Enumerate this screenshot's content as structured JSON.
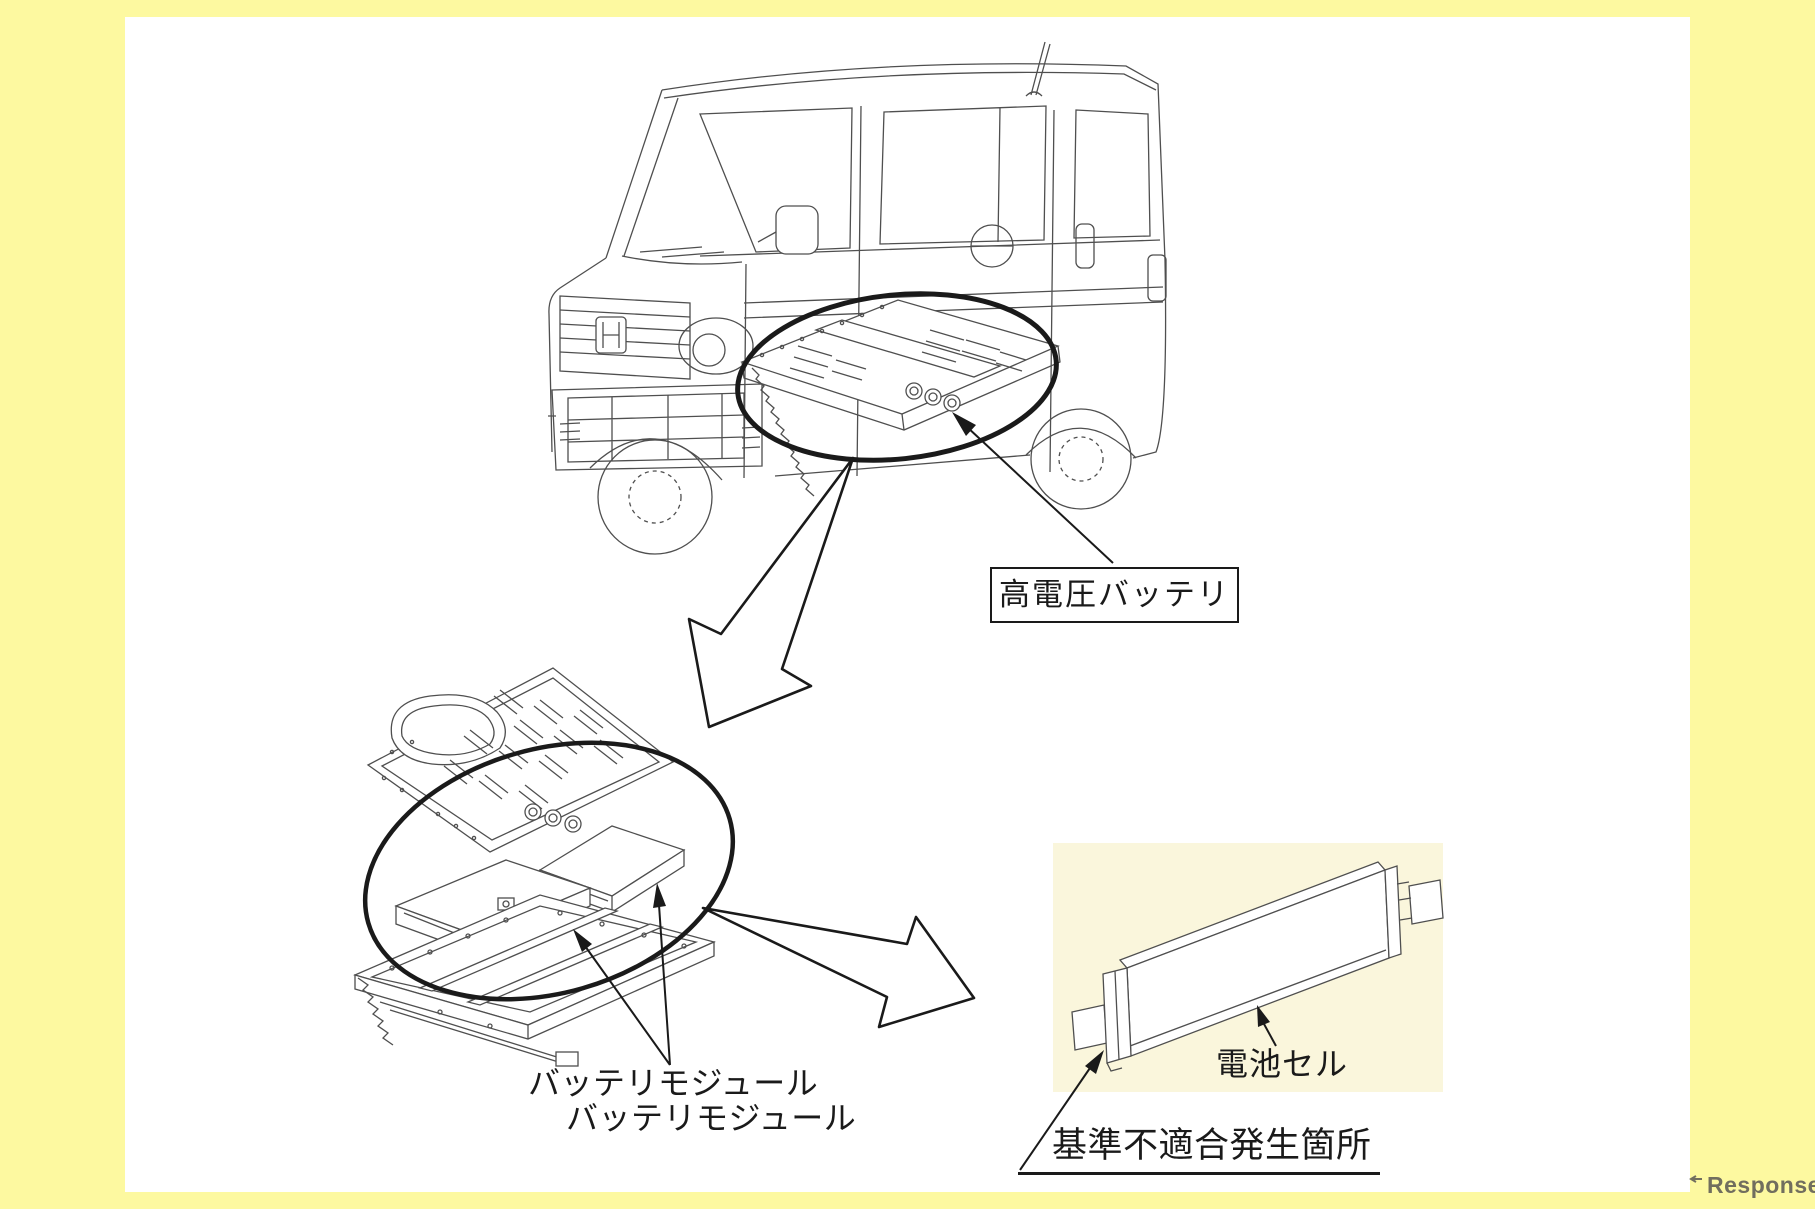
{
  "colors": {
    "background": "#fdf9a0",
    "panel": "#ffffff",
    "cell_panel": "#faf6dc",
    "ink": "#1a1a1a",
    "drawing": "#4f4f4f",
    "watermark": "#716e5e"
  },
  "callouts": {
    "high_voltage_battery": "高電圧バッテリ",
    "battery_module_line1": "バッテリモジュール",
    "battery_module_line2": "バッテリモジュール",
    "battery_cell": "電池セル",
    "nonconformity_location": "基準不適合発生箇所"
  },
  "watermark": {
    "text": "Response."
  }
}
